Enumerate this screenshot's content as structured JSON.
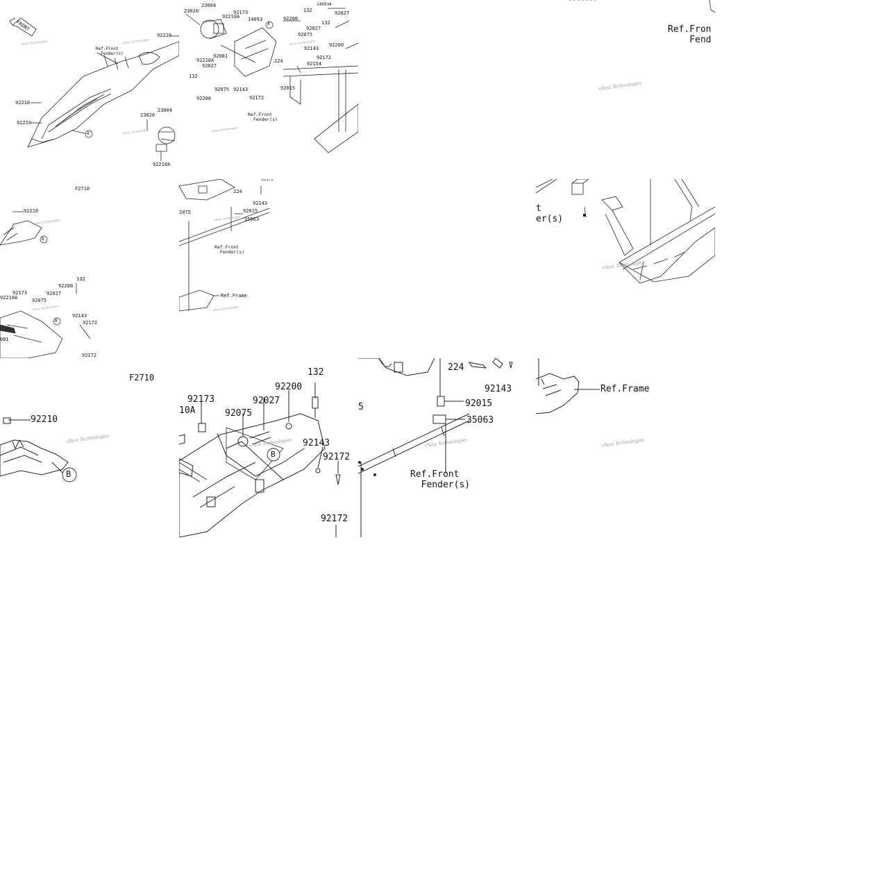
{
  "watermark": "vNext Technologies",
  "figure_code": "F2710",
  "front_arrow_label": "FRONT",
  "refs": {
    "front_fender": "Ref.Front\n  Fender(s)",
    "frame": "Ref.Frame",
    "front_fender_cut": "Ref.Fron\n    Fend",
    "fender_cut_2": "t\ner(s)"
  },
  "callouts": {
    "c_92210": "92210",
    "c_23004": "23004",
    "c_23020": "23020",
    "c_92173": "92173",
    "c_92210a": "92210A",
    "c_14093": "14093",
    "c_14093a": "14093A",
    "c_132": "132",
    "c_92027": "92027",
    "c_92200": "92200",
    "c_92075": "92075",
    "c_92081": "92081",
    "c_92143": "92143",
    "c_92172": "92172",
    "c_92154": "92154",
    "c_92015": "92015",
    "c_224": "224",
    "c_35063": "35063",
    "c_a": "A",
    "c_b": "B",
    "c_5": "5",
    "c_10a": "10A",
    "c_081": "081",
    "c_2075": "2075"
  }
}
